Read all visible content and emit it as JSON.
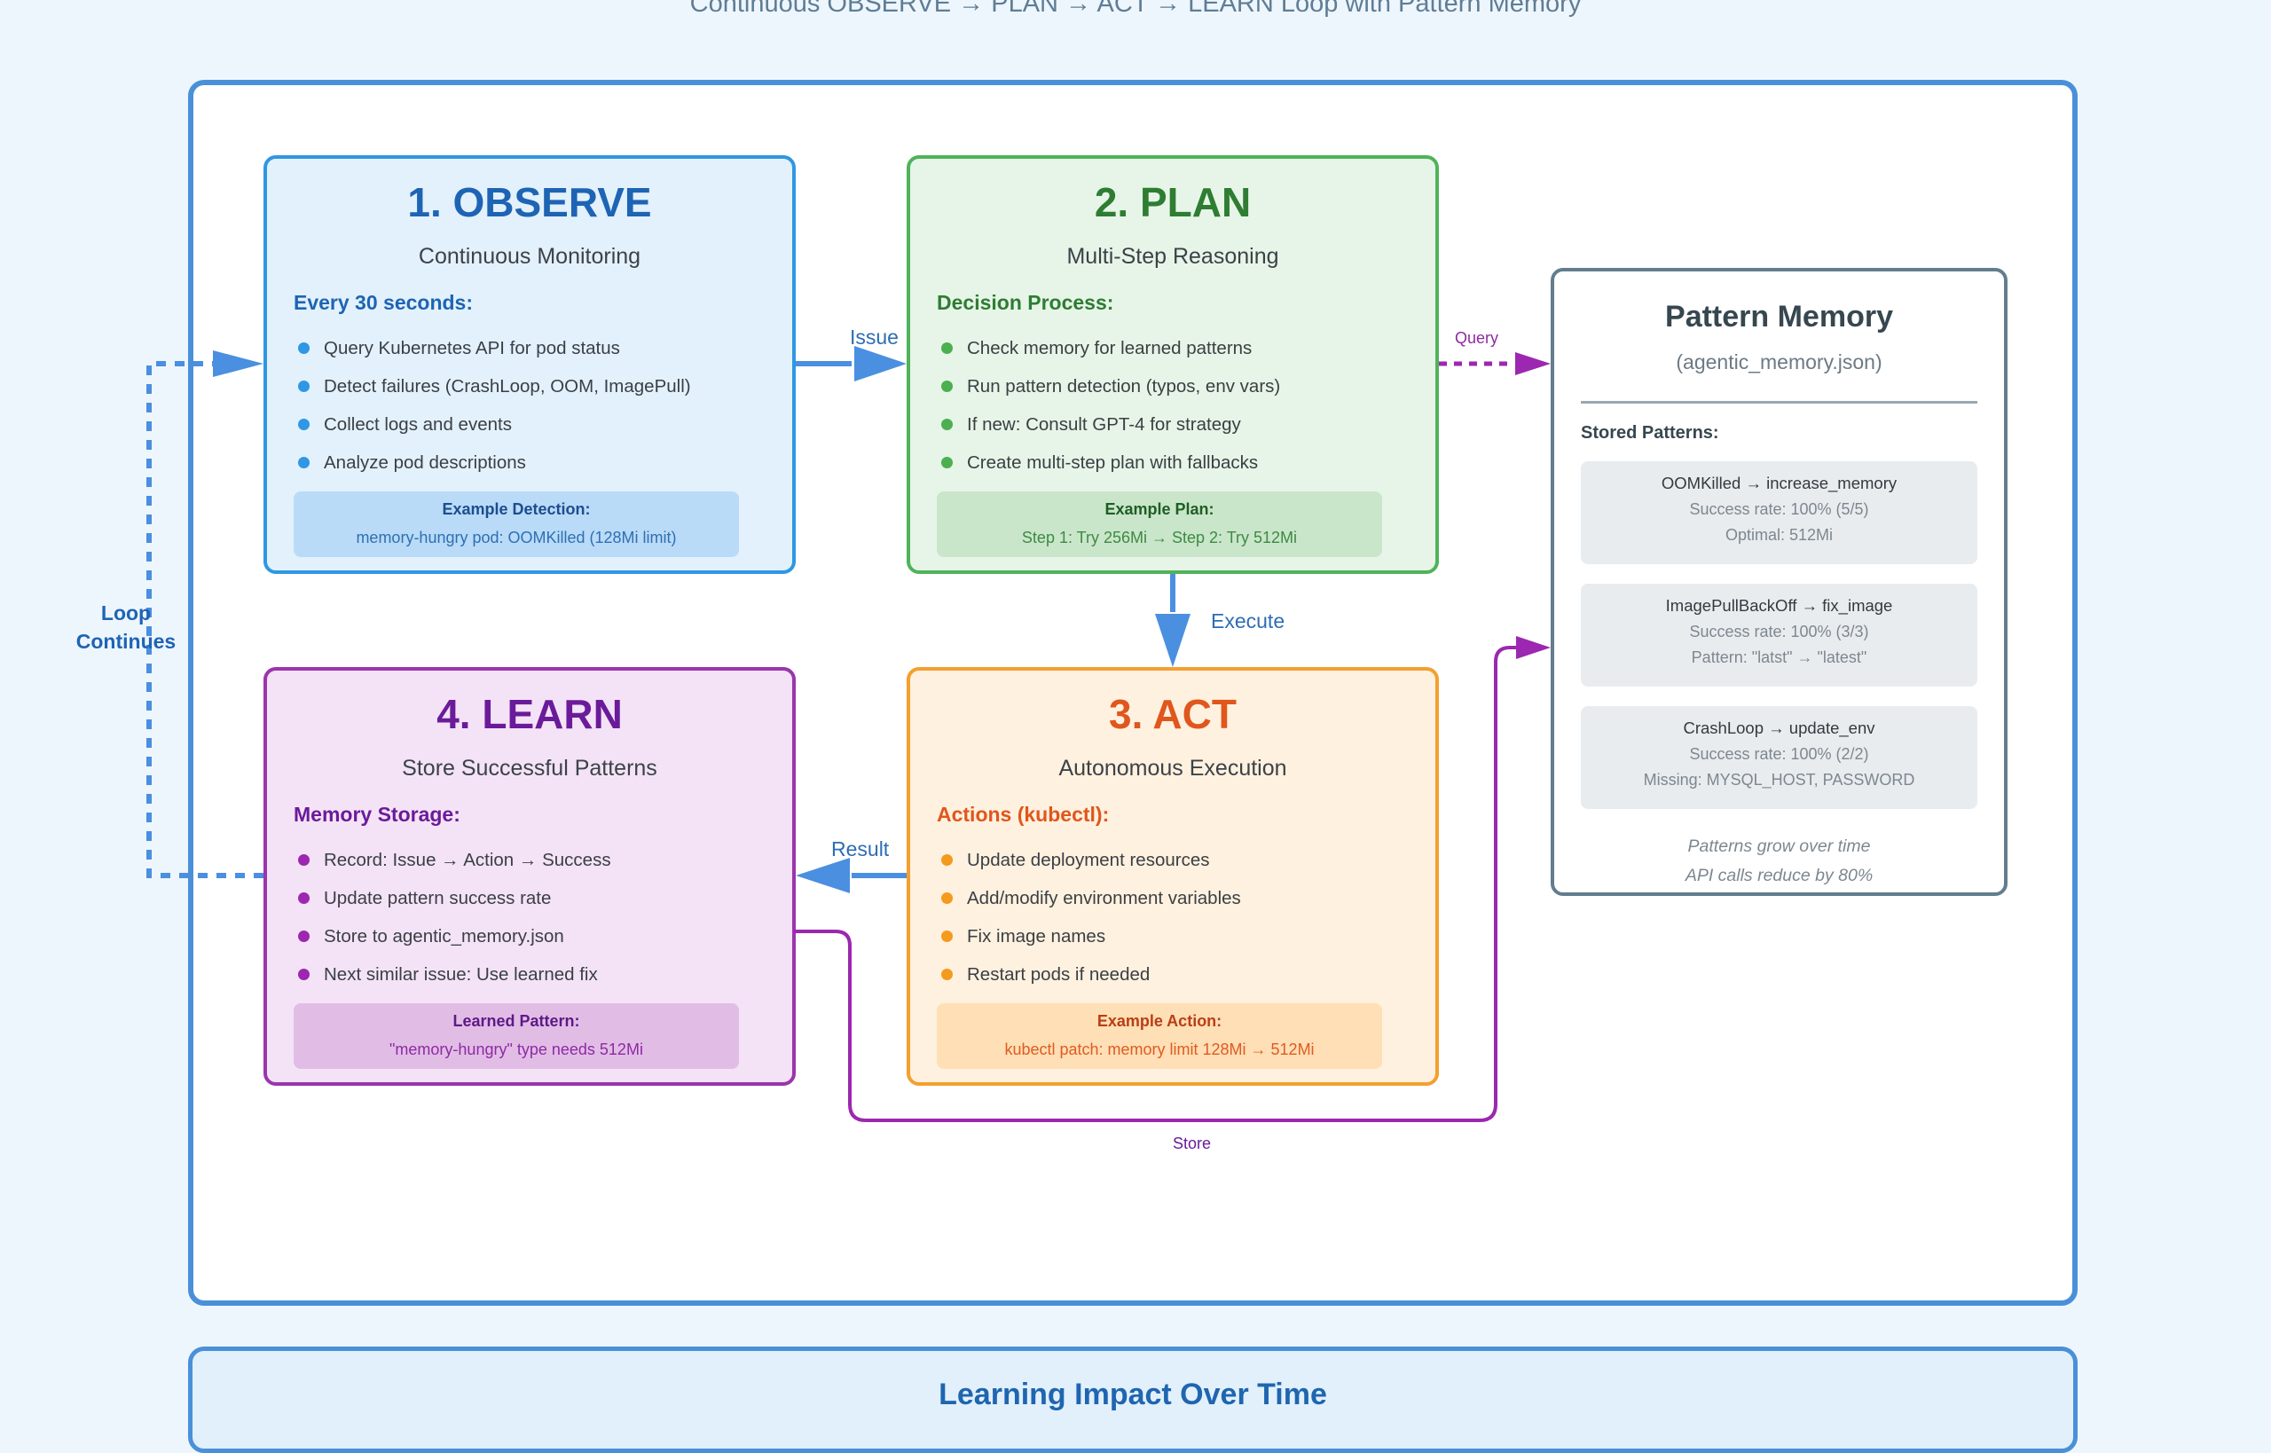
{
  "header": {
    "subtitle": "Continuous OBSERVE → PLAN → ACT → LEARN Loop with Pattern Memory"
  },
  "stages": {
    "observe": {
      "title": "1. OBSERVE",
      "subtitle": "Continuous Monitoring",
      "section": "Every 30 seconds:",
      "items": [
        "Query Kubernetes API for pod status",
        "Detect failures (CrashLoop, OOM, ImagePull)",
        "Collect logs and events",
        "Analyze pod descriptions"
      ],
      "example_heading": "Example Detection:",
      "example_value": "memory-hungry pod: OOMKilled (128Mi limit)",
      "color": "#2f97e3"
    },
    "plan": {
      "title": "2. PLAN",
      "subtitle": "Multi-Step Reasoning",
      "section": "Decision Process:",
      "items": [
        "Check memory for learned patterns",
        "Run pattern detection (typos, env vars)",
        "If new: Consult GPT-4 for strategy",
        "Create multi-step plan with fallbacks"
      ],
      "example_heading": "Example Plan:",
      "example_value": "Step 1: Try 256Mi → Step 2: Try 512Mi",
      "color": "#4caf50"
    },
    "act": {
      "title": "3. ACT",
      "subtitle": "Autonomous Execution",
      "section": "Actions (kubectl):",
      "items": [
        "Update deployment resources",
        "Add/modify environment variables",
        "Fix image names",
        "Restart pods if needed"
      ],
      "example_heading": "Example Action:",
      "example_value": "kubectl patch: memory limit 128Mi → 512Mi",
      "color": "#f49a1f"
    },
    "learn": {
      "title": "4. LEARN",
      "subtitle": "Store Successful Patterns",
      "section": "Memory Storage:",
      "items": [
        "Record: Issue → Action → Success",
        "Update pattern success rate",
        "Store to agentic_memory.json",
        "Next similar issue: Use learned fix"
      ],
      "example_heading": "Learned Pattern:",
      "example_value": "\"memory-hungry\" type needs 512Mi",
      "color": "#9c27b0"
    }
  },
  "memory": {
    "title": "Pattern Memory",
    "subtitle": "(agentic_memory.json)",
    "section": "Stored Patterns:",
    "patterns": [
      {
        "name": "OOMKilled → increase_memory",
        "rate": "Success rate: 100% (5/5)",
        "detail": "Optimal: 512Mi"
      },
      {
        "name": "ImagePullBackOff → fix_image",
        "rate": "Success rate: 100% (3/3)",
        "detail": "Pattern: \"latst\" → \"latest\""
      },
      {
        "name": "CrashLoop → update_env",
        "rate": "Success rate: 100% (2/2)",
        "detail": "Missing: MYSQL_HOST, PASSWORD"
      }
    ],
    "notes": [
      "Patterns grow over time",
      "API calls reduce by 80%"
    ]
  },
  "connectors": {
    "issue": "Issue",
    "query": "Query",
    "execute": "Execute",
    "result": "Result",
    "store": "Store",
    "loop_line1": "Loop",
    "loop_line2": "Continues"
  },
  "impact": {
    "title": "Learning Impact Over Time"
  }
}
